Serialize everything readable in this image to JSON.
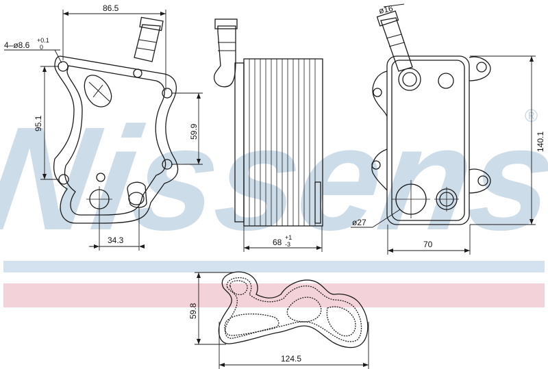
{
  "watermark": {
    "text": "Nissens",
    "registered": "®",
    "color": "#c5d6e6"
  },
  "stripes": {
    "blue": "#d4e1ee",
    "pink": "#f3d3d9"
  },
  "line_color": "#1a1a1a",
  "dimensions": {
    "width_86_5": "86.5",
    "holes": "4–ø8.6",
    "holes_tol_top": "+0.1",
    "holes_tol_bottom": "0",
    "height_95_1": "95.1",
    "height_59_9": "59.9",
    "width_34_3": "34.3",
    "depth_68": "68",
    "depth_tol_top": "+1",
    "depth_tol_bottom": "-3",
    "dia_16": "ø16",
    "height_140_1": "140.1",
    "dia_27": "ø27",
    "width_70": "70",
    "gasket_height": "59.8",
    "gasket_width": "124.5"
  }
}
